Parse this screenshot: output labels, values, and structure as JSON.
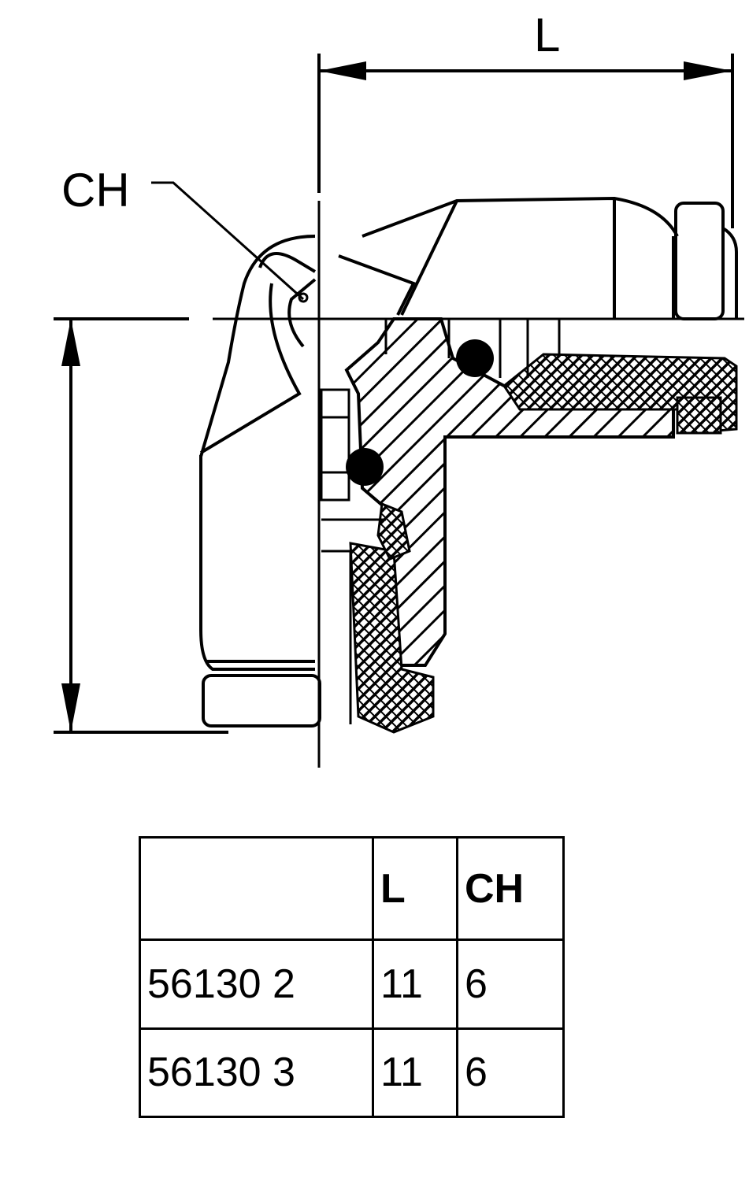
{
  "drawing": {
    "dimension_label_top": "L",
    "hex_label": "CH"
  },
  "table": {
    "headers": [
      "",
      "L",
      "CH"
    ],
    "rows": [
      [
        "56130 2",
        "11",
        "6"
      ],
      [
        "56130 3",
        "11",
        "6"
      ]
    ]
  }
}
